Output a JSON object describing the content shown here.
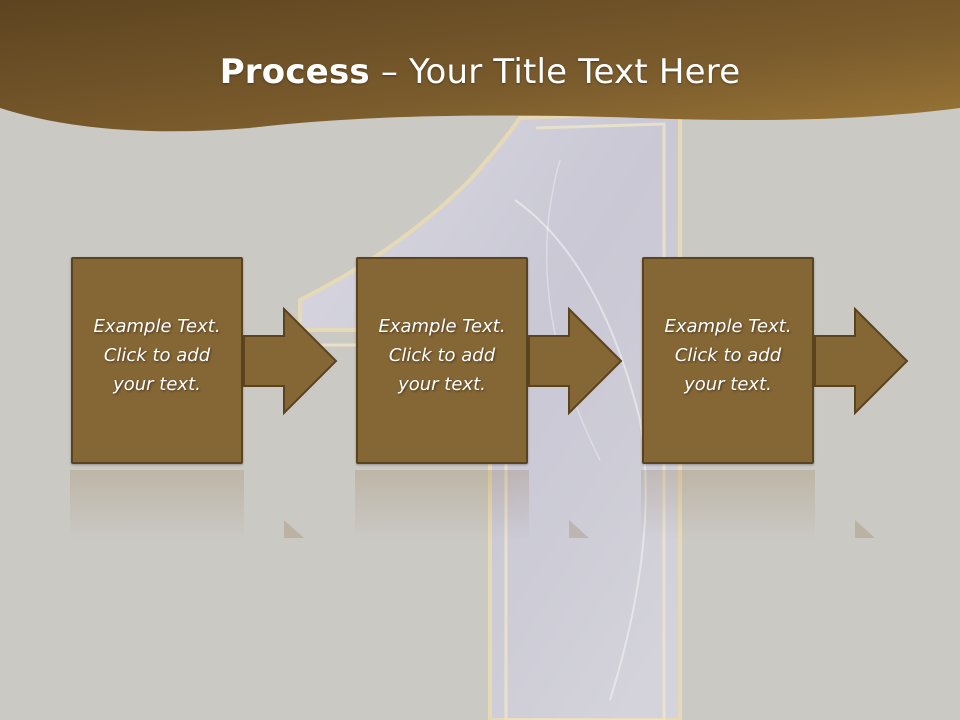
{
  "title": {
    "bold": "Process",
    "rest": " – Your Title Text Here"
  },
  "steps": [
    {
      "text": "Example Text.\nClick  to add\nyour text."
    },
    {
      "text": "Example Text.\nClick  to add\nyour text."
    },
    {
      "text": "Example Text.\nClick  to add\nyour text."
    }
  ],
  "colors": {
    "header": "#7a5b2c",
    "box": "#856635",
    "background": "#cbc9c4"
  }
}
